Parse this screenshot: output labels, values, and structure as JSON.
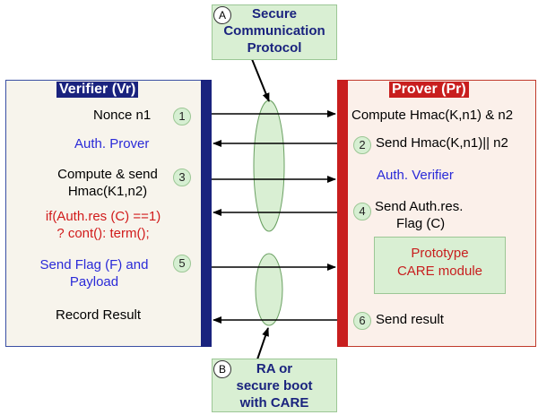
{
  "top_box": {
    "badge": "A",
    "lines": [
      "Secure",
      "Communication",
      "Protocol"
    ]
  },
  "bottom_box": {
    "badge": "B",
    "lines": [
      "RA or",
      "secure boot",
      "with CARE"
    ]
  },
  "verifier": {
    "title": "Verifier (Vr)",
    "nonce": "Nonce n1",
    "auth_prover": "Auth. Prover",
    "compute_send_1": "Compute & send",
    "compute_send_2": "Hmac(K1,n2)",
    "cond_1": "if(Auth.res (C) ==1)",
    "cond_2": "? cont(): term();",
    "flag_1": "Send Flag (F) and",
    "flag_2": "Payload",
    "record": "Record Result"
  },
  "prover": {
    "title": "Prover (Pr)",
    "compute": "Compute Hmac(K,n1) & n2",
    "send_hmac": "Send Hmac(K,n1)|| n2",
    "auth_verifier": "Auth. Verifier",
    "auth_res_1": "Send Auth.res.",
    "auth_res_2": "Flag (C)",
    "care_1": "Prototype",
    "care_2": "CARE module",
    "send_result": "Send result"
  },
  "steps": [
    "1",
    "2",
    "3",
    "4",
    "5",
    "6"
  ],
  "colors": {
    "verifier": "#1a237e",
    "prover": "#c81e1e",
    "green": "#d9efd3",
    "blue_text": "#2a2ad8",
    "red_text": "#d11b1b"
  }
}
